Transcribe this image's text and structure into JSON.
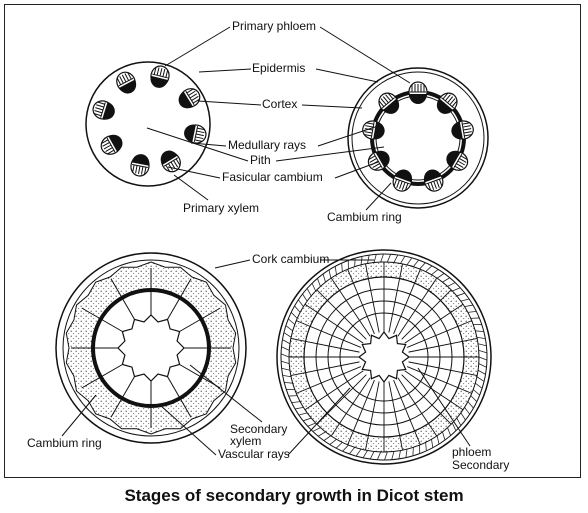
{
  "labels": {
    "primary_phloem": "Primary phloem",
    "epidermis": "Epidermis",
    "cortex": "Cortex",
    "medullary_rays": "Medullary rays",
    "pith": "Pith",
    "fasicular_cambium": "Fasicular cambium",
    "primary_xylem": "Primary xylem",
    "cambium_ring_top": "Cambium ring",
    "cork_cambium": "Cork cambium",
    "cambium_ring_bottom": "Cambium ring",
    "secondary_xylem": "Secondary\nxylem",
    "vascular_rays": "Vascular rays",
    "phloem_secondary": "phloem\nSecondary"
  },
  "caption": "Stages of secondary growth in Dicot stem"
}
